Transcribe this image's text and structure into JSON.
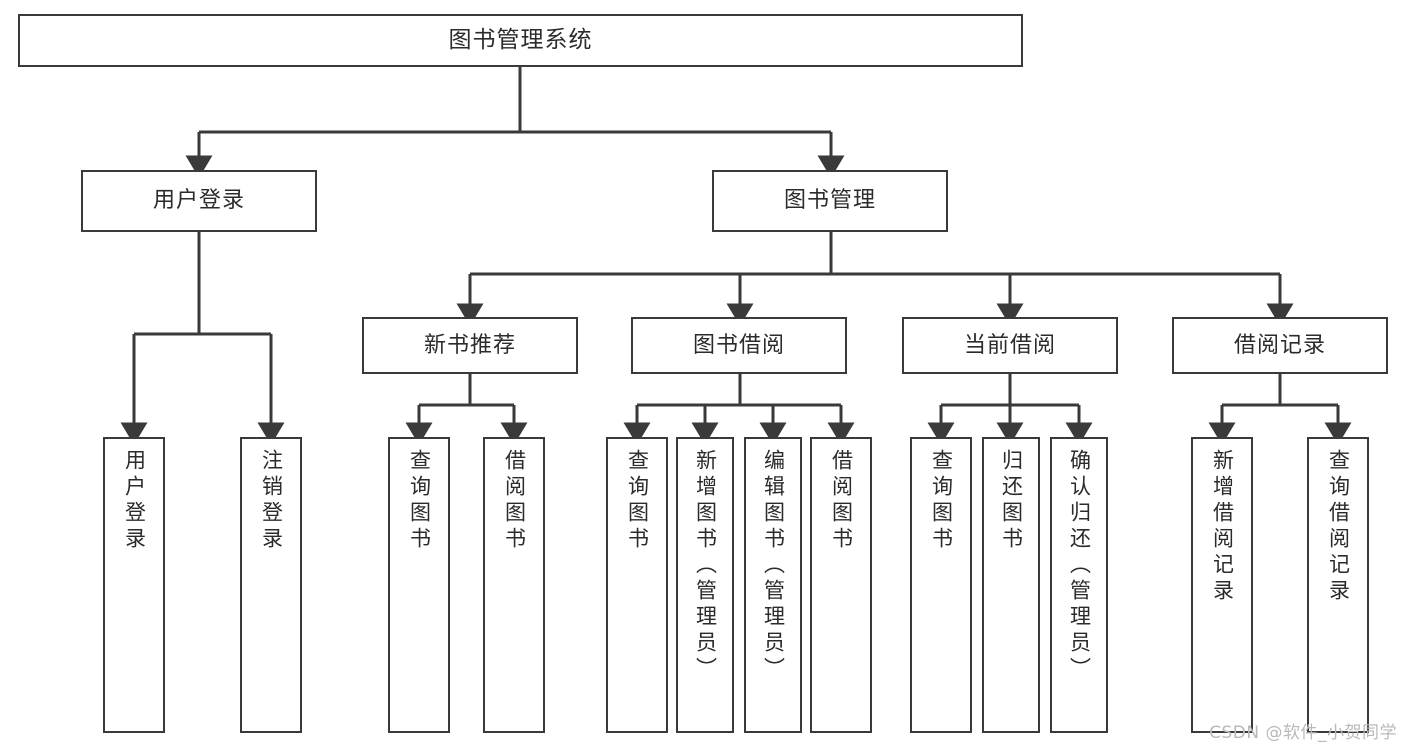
{
  "diagram": {
    "title": "图书管理系统",
    "type": "tree-hierarchy-chart",
    "watermark": "CSDN @软件_小贺同学",
    "colors": {
      "stroke": "#3a3a3a",
      "fill": "#ffffff",
      "text": "#2b2b2b",
      "watermark": "#b9b9b9"
    },
    "levels": {
      "root": {
        "label": "图书管理系统"
      },
      "level2": [
        {
          "label": "用户登录"
        },
        {
          "label": "图书管理"
        }
      ],
      "level3": [
        {
          "label": "新书推荐"
        },
        {
          "label": "图书借阅"
        },
        {
          "label": "当前借阅"
        },
        {
          "label": "借阅记录"
        }
      ],
      "leaves": {
        "user_login": [
          {
            "label": "用户登录"
          },
          {
            "label": "注销登录"
          }
        ],
        "new_book_recommend": [
          {
            "label": "查询图书"
          },
          {
            "label": "借阅图书"
          }
        ],
        "book_borrow": [
          {
            "label": "查询图书"
          },
          {
            "label": "新增图书（管理员）"
          },
          {
            "label": "编辑图书（管理员）"
          },
          {
            "label": "借阅图书"
          }
        ],
        "current_borrow": [
          {
            "label": "查询图书"
          },
          {
            "label": "归还图书"
          },
          {
            "label": "确认归还（管理员）"
          }
        ],
        "borrow_records": [
          {
            "label": "新增借阅记录"
          },
          {
            "label": "查询借阅记录"
          }
        ]
      }
    }
  }
}
